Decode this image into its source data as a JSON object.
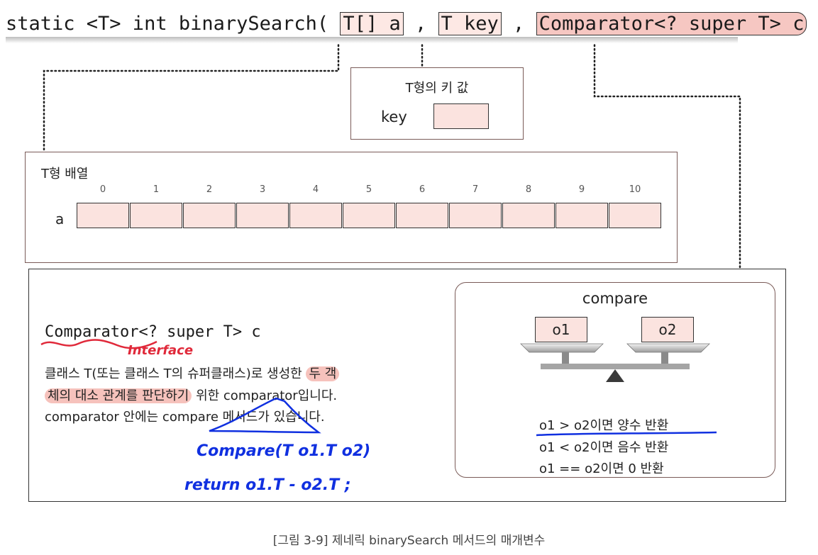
{
  "signature": {
    "prefix": "static <T> int binarySearch(",
    "param_a": "T[] a",
    "sep1": ",",
    "param_key": "T key",
    "sep2": ",",
    "param_c": "Comparator<? super T> c",
    "suffix": ")"
  },
  "key_box": {
    "title": "T형의 키 값",
    "label": "key"
  },
  "array_box": {
    "title": "T형 배열",
    "var": "a",
    "indices": [
      "0",
      "1",
      "2",
      "3",
      "4",
      "5",
      "6",
      "7",
      "8",
      "9",
      "10"
    ]
  },
  "comparator_panel": {
    "signature": "Comparator<? super T> c",
    "desc_line1_pre": "클래스 T(또는 클래스 T의 슈퍼클래스)로 생성한",
    "desc_line1_hl": "두 객",
    "desc_line2_hl": "체의 대소 관계를 판단하기",
    "desc_line2_post": "위한 comparator입니다.",
    "desc_line3": "comparator 안에는 compare 메서드가 있습니다."
  },
  "scale": {
    "title": "compare",
    "left": "o1",
    "right": "o2",
    "rules": [
      "o1 > o2이면 양수 반환",
      "o1 < o2이면 음수 반환",
      "o1 == o2이면 0 반환"
    ]
  },
  "annotations": {
    "interface": "Interface",
    "line1": "Compare(T o1.T o2)",
    "line2": "return o1.T - o2.T ;"
  },
  "caption": "[그림 3-9] 제네릭 binarySearch 메서드의 매개변수",
  "colors": {
    "highlight": "#f6c2bc",
    "cell_fill": "#fbe3df",
    "ink_red": "#e0293a",
    "ink_blue": "#1030e0",
    "frame": "#7a5b58"
  }
}
